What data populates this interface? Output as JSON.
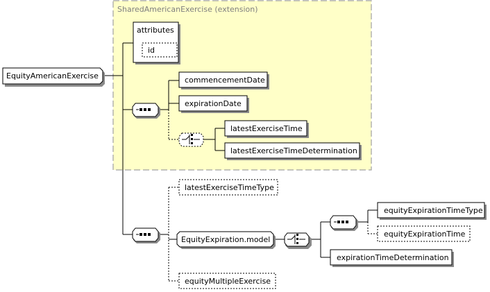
{
  "diagram": {
    "root": "EquityAmericanExercise",
    "extension_label": "SharedAmericanExercise (extension)",
    "attributes_label": "attributes",
    "attribute_id": "id",
    "elements": {
      "commencementDate": "commencementDate",
      "expirationDate": "expirationDate",
      "latestExerciseTime": "latestExerciseTime",
      "latestExerciseTimeDetermination": "latestExerciseTimeDetermination",
      "latestExerciseTimeType": "latestExerciseTimeType",
      "equityExpirationModel": "EquityExpiration.model",
      "equityExpirationTimeType": "equityExpirationTimeType",
      "equityExpirationTime": "equityExpirationTime",
      "expirationTimeDetermination": "expirationTimeDetermination",
      "equityMultipleExercise": "equityMultipleExercise"
    },
    "colors": {
      "extension_fill": "#ffffc8",
      "extension_border": "#a0a0a0",
      "box_border": "#000000"
    }
  }
}
